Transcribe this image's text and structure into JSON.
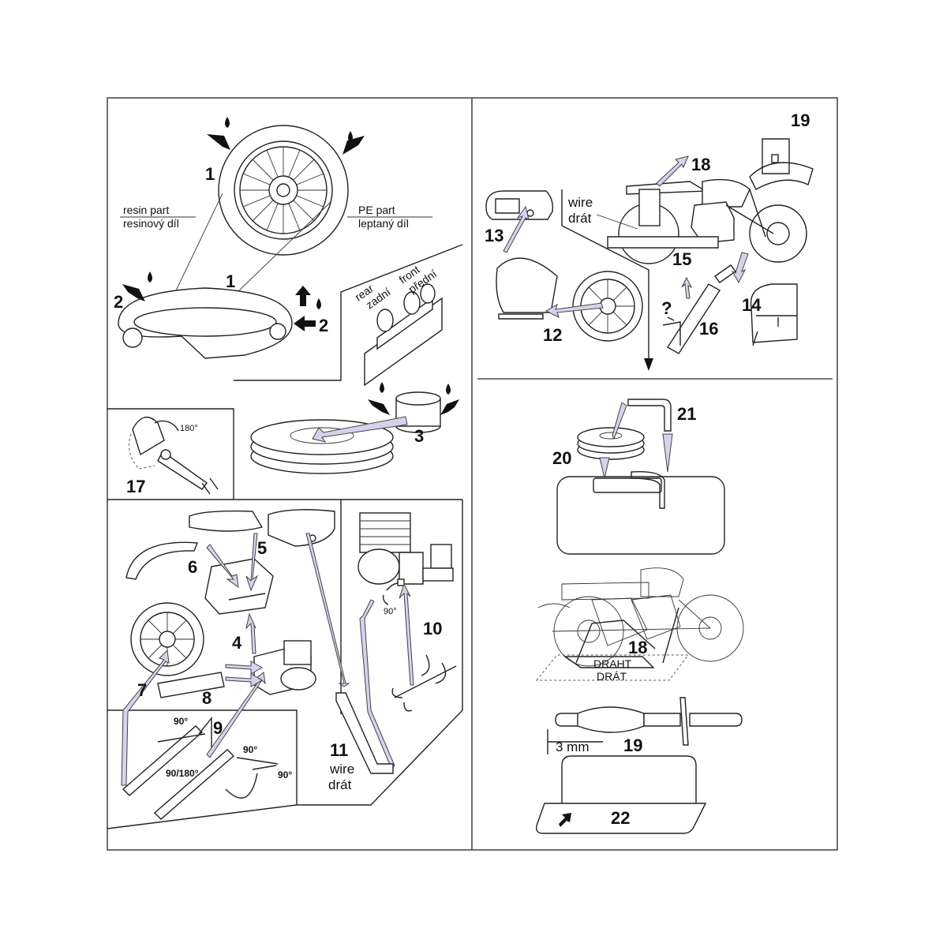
{
  "labels": {
    "resin_en": "resin part",
    "resin_cz": "resinový díl",
    "pe_en": "PE part",
    "pe_cz": "leptaný díl",
    "rear_en": "rear",
    "rear_cz": "zadní",
    "front_en": "front",
    "front_cz": "přední",
    "wire_en": "wire",
    "wire_cz": "drát",
    "wire_en_2": "wire",
    "wire_cz_2": "drát",
    "draht": "DRAHT",
    "drat_caps": "DRÁT",
    "mm": "3 mm",
    "question": "?",
    "deg_180": "180°",
    "deg_90": "90°",
    "deg_90_a": "90°",
    "deg_90_b": "90°",
    "deg_90_c": "90°",
    "deg_90_180": "90/180°"
  },
  "steps": {
    "s1a": "1",
    "s1b": "1",
    "s2a": "2",
    "s2b": "2",
    "s3": "3",
    "s4": "4",
    "s5": "5",
    "s6": "6",
    "s7": "7",
    "s8": "8",
    "s9": "9",
    "s10": "10",
    "s11": "11",
    "s12": "12",
    "s13": "13",
    "s14": "14",
    "s15": "15",
    "s16": "16",
    "s17": "17",
    "s18a": "18",
    "s18b": "18",
    "s19a": "19",
    "s19b": "19",
    "s20": "20",
    "s21": "21",
    "s22": "22"
  },
  "colors": {
    "arrow_fill": "#d6d2ec",
    "line": "#222222",
    "background": "#ffffff"
  }
}
